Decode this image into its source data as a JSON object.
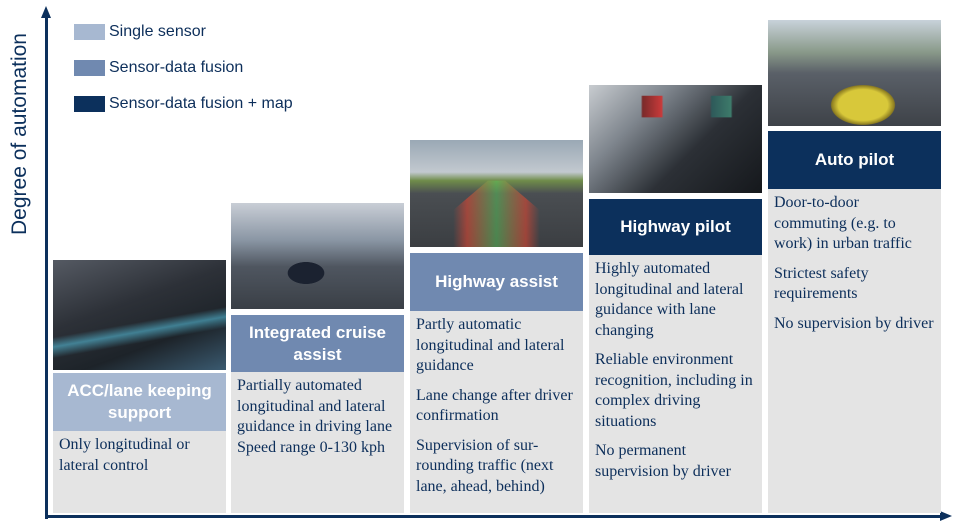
{
  "axis": {
    "y_label": "Degree of automation"
  },
  "legend": [
    {
      "label": "Single sensor",
      "color": "#a7b8d1"
    },
    {
      "label": "Sensor-data fusion",
      "color": "#7089b0"
    },
    {
      "label": "Sensor-data fusion + map",
      "color": "#0c305c"
    }
  ],
  "stages": [
    {
      "title": "ACC/lane keeping support",
      "level": "Single sensor",
      "paragraphs": [
        "Only longitudinal or lateral control"
      ]
    },
    {
      "title": "Integrated cruise assist",
      "level": "Sensor-data fusion",
      "paragraphs": [
        "Partially automated longitudinal and lateral guidance in driving lane Speed range 0-130 kph"
      ]
    },
    {
      "title": "Highway assist",
      "level": "Sensor-data fusion",
      "paragraphs": [
        "Partly automatic longitudinal and lateral guidance",
        "Lane change after driver confirmation",
        "Supervision of sur-rounding traffic (next lane, ahead, behind)"
      ]
    },
    {
      "title": "Highway pilot",
      "level": "Sensor-data fusion + map",
      "paragraphs": [
        "Highly automated longitudinal and lateral guidance with lane changing",
        "Reliable environment recognition, including in complex driving situations",
        "No permanent supervision by driver"
      ]
    },
    {
      "title": "Auto pilot",
      "level": "Sensor-data fusion + map",
      "paragraphs": [
        "Door-to-door commuting (e.g. to work) in urban traffic",
        "Strictest safety requirements",
        "No supervision by driver"
      ]
    }
  ]
}
